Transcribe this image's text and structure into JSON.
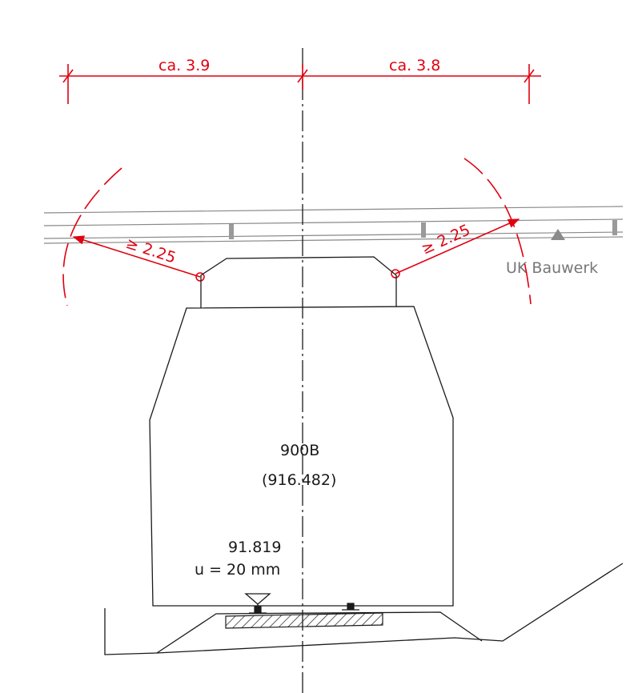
{
  "dimensions": {
    "left_width": "ca. 3.9",
    "right_width": "ca. 3.8"
  },
  "clearances": {
    "left_radius": "≥ 2.25",
    "right_radius": "≥ 2.25"
  },
  "structure": {
    "label": "UK Bauwerk"
  },
  "vehicle": {
    "id": "900B",
    "ref": "(916.482)"
  },
  "track": {
    "elevation": "91.819",
    "cant": "u = 20 mm"
  },
  "colors": {
    "dimension": "#e0000f",
    "outline": "#1a1a1a",
    "structure": "#888888"
  }
}
